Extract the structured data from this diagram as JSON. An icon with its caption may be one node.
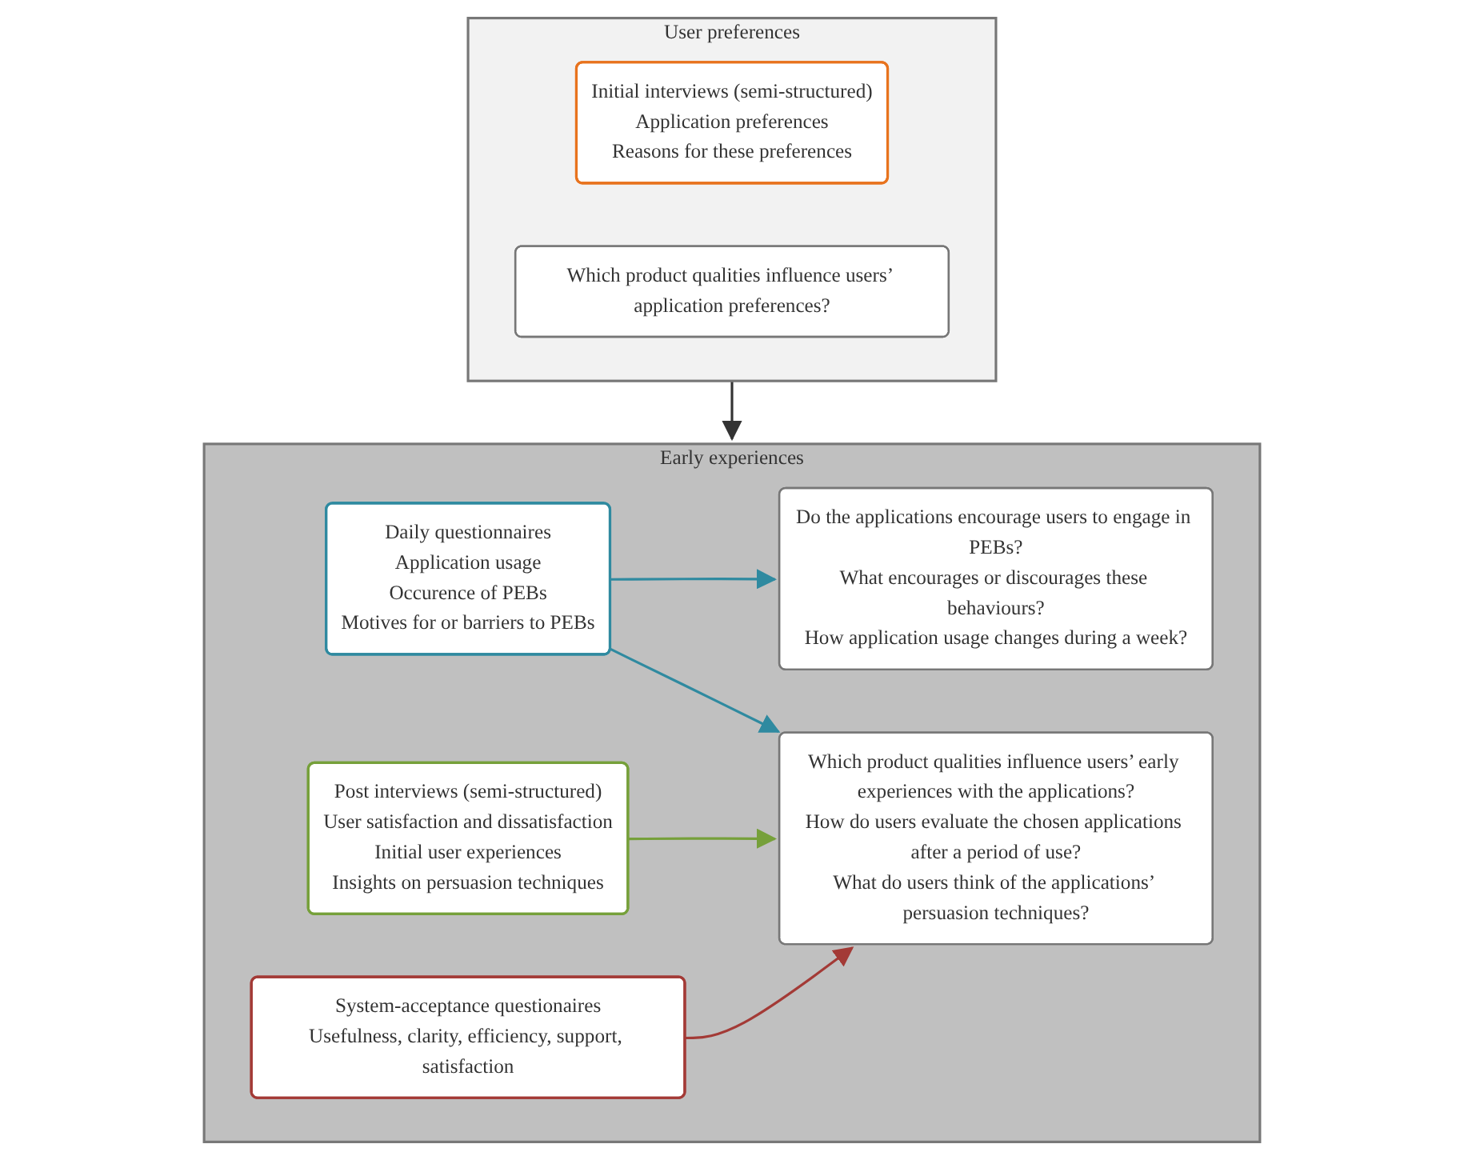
{
  "diagram": {
    "nodes": [
      {
        "text": [
          "User preferences"
        ]
      },
      {
        "text": [
          "Initial interviews (semi-structured)",
          "Application preferences",
          "Reasons for these preferences"
        ],
        "in": 0
      },
      {
        "text": [
          "Which product qualities influence users’ application preferences?"
        ],
        "in": 0
      },
      {
        "text": [
          "Early experiences"
        ]
      },
      {
        "text": [
          "Daily questionnaires",
          "Application usage",
          "Occurence of PEBs",
          "Motives for or barriers to PEBs"
        ],
        "in": 3
      },
      {
        "text": [
          "Do the applications encourage users to engage in PEBs?",
          "What encourages or discourages these behaviours?",
          "How application usage changes during a week?"
        ],
        "in": 3
      },
      {
        "text": [
          "Post interviews (semi-structured)",
          "User satisfaction and dissatisfaction",
          "Initial user experiences",
          "Insights on persuasion techniques"
        ],
        "in": 3
      },
      {
        "text": [
          "Which product qualities influence users’ early experiences with the applications?",
          "How do users evaluate the chosen applications after a period of use?",
          "What do users think of the applications’ persuasion techniques?"
        ],
        "in": 3
      },
      {
        "text": [
          "System-acceptance questionaires",
          "Usefulness, clarity, efficiency, support, satisfaction"
        ],
        "in": 3
      }
    ],
    "edges": [
      {
        "from": 0,
        "to": 3,
        "arrow": "to",
        "color": "#333333"
      },
      {
        "from": 4,
        "to": 5,
        "arrow": "to",
        "color": "#2f8aa0"
      },
      {
        "from": 4,
        "to": 7,
        "arrow": "to",
        "color": "#2f8aa0"
      },
      {
        "from": 6,
        "to": 7,
        "arrow": "to",
        "color": "#76a03a"
      },
      {
        "from": 8,
        "to": 7,
        "arrow": "to",
        "color": "#a33a36"
      }
    ]
  }
}
